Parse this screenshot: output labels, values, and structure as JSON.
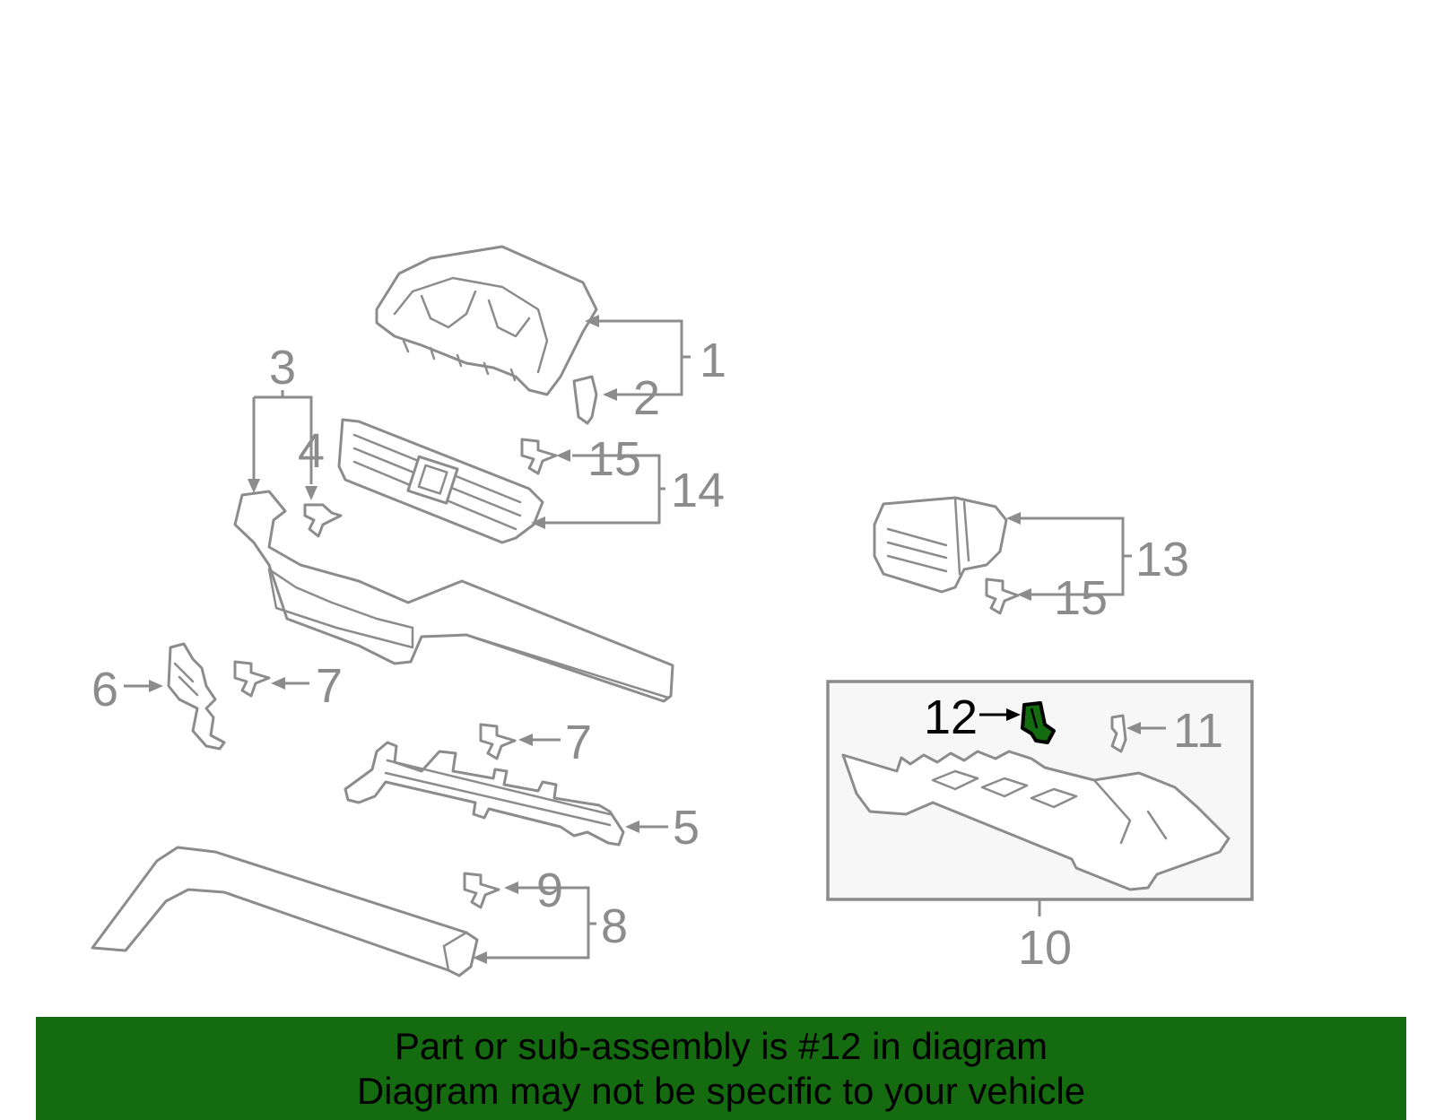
{
  "callouts": {
    "c1": "1",
    "c2": "2",
    "c3": "3",
    "c4": "4",
    "c5": "5",
    "c6": "6",
    "c7a": "7",
    "c7b": "7",
    "c8": "8",
    "c9": "9",
    "c10": "10",
    "c11": "11",
    "c12": "12",
    "c13": "13",
    "c14": "14",
    "c15a": "15",
    "c15b": "15"
  },
  "highlight": {
    "part_number": "12",
    "color": "#156b0f"
  },
  "banner": {
    "line1": "Part or sub-assembly is #12 in diagram",
    "line2": "Diagram may not be specific to your vehicle",
    "background": "#156b0f"
  }
}
